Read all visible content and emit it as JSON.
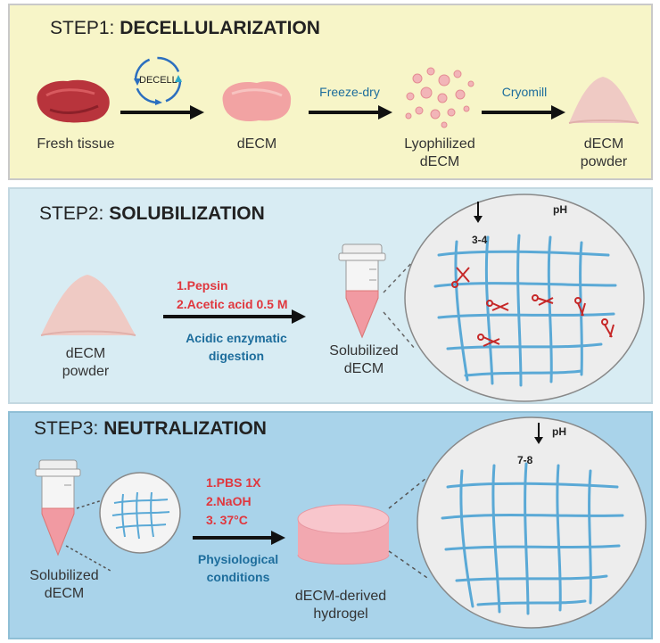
{
  "step1": {
    "label": "STEP1:",
    "title": "DECELLULARIZATION",
    "cycle_label": "DECELL",
    "process_freeze": "Freeze-dry",
    "process_cryo": "Cryomill",
    "fresh_tissue": "Fresh tissue",
    "decm": "dECM",
    "lyophilized": [
      "Lyophilized",
      "dECM"
    ],
    "powder": [
      "dECM",
      "powder"
    ]
  },
  "step2": {
    "label": "STEP2:",
    "title": "SOLUBILIZATION",
    "reagents": [
      "1.Pepsin",
      "2.Acetic acid 0.5 M"
    ],
    "condition": [
      "Acidic enzymatic",
      "digestion"
    ],
    "input": [
      "dECM",
      "powder"
    ],
    "output": [
      "Solubilized",
      "dECM"
    ],
    "ph_label": "pH",
    "ph_value": "3-4"
  },
  "step3": {
    "label": "STEP3:",
    "title": "NEUTRALIZATION",
    "reagents": [
      "1.PBS 1X",
      "2.NaOH",
      "3. 37°C"
    ],
    "condition": [
      "Physiological",
      "conditions"
    ],
    "input": [
      "Solubilized",
      "dECM"
    ],
    "output": [
      "dECM-derived",
      "hydrogel"
    ],
    "ph_label": "pH",
    "ph_value": "7-8"
  },
  "colors": {
    "panel1": "#f7f5c8",
    "panel2": "#d8ecf3",
    "panel3": "#a9d3ea",
    "reagent_red": "#e0373e",
    "condition_blue": "#1d6d9c",
    "fiber_blue": "#5aa9d6"
  }
}
